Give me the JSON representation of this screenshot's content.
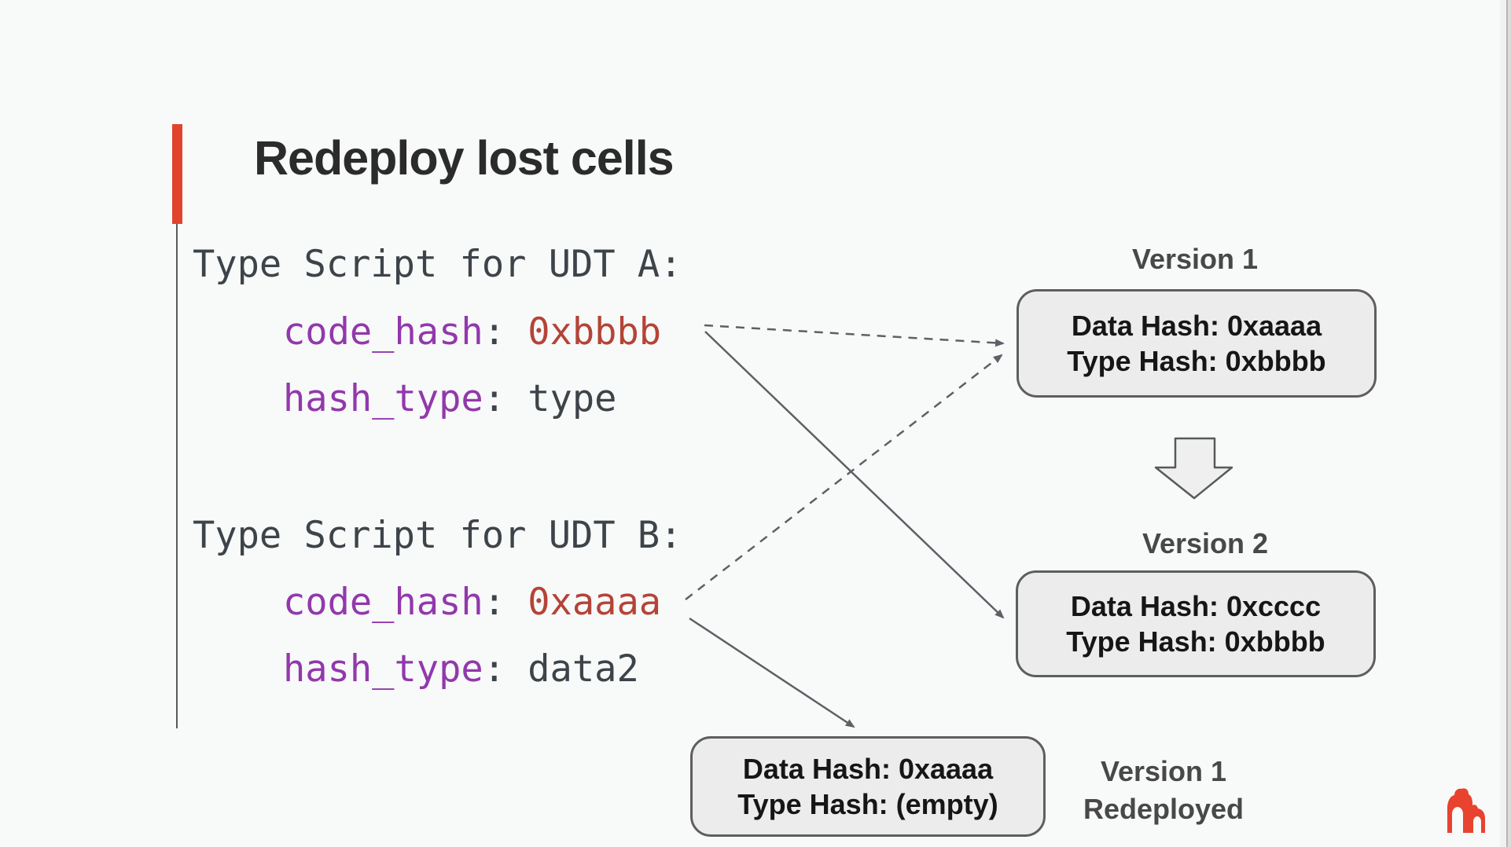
{
  "title": "Redeploy lost cells",
  "code_block_a": {
    "header": "Type Script for UDT A:",
    "code_hash_key": "code_hash",
    "code_hash_sep": ": ",
    "code_hash_value": "0xbbbb",
    "hash_type_key": "hash_type",
    "hash_type_sep": ": ",
    "hash_type_value": "type"
  },
  "code_block_b": {
    "header": "Type Script for UDT B:",
    "code_hash_key": "code_hash",
    "code_hash_sep": ": ",
    "code_hash_value": "0xaaaa",
    "hash_type_key": "hash_type",
    "hash_type_sep": ": ",
    "hash_type_value": "data2"
  },
  "diagram": {
    "version1": {
      "label": "Version 1",
      "data_hash": "Data Hash: 0xaaaa",
      "type_hash": "Type Hash: 0xbbbb"
    },
    "version2": {
      "label": "Version 2",
      "data_hash": "Data Hash: 0xcccc",
      "type_hash": "Type Hash: 0xbbbb"
    },
    "redeployed": {
      "label_line1": "Version 1",
      "label_line2": "Redeployed",
      "data_hash": "Data Hash: 0xaaaa",
      "type_hash": "Type Hash: (empty)"
    }
  },
  "icons": {
    "logo": "gorilla-logo"
  },
  "colors": {
    "background": "#f8f9f9",
    "accent_red": "#e2432e",
    "code_text": "#3d4449",
    "code_key_purple": "#9238ac",
    "code_value_red": "#b44437",
    "box_fill": "#ececec",
    "box_border": "#5e5e5e",
    "label_gray": "#484848",
    "arrow_gray": "#5d6165",
    "logo_red": "#e8432e"
  }
}
